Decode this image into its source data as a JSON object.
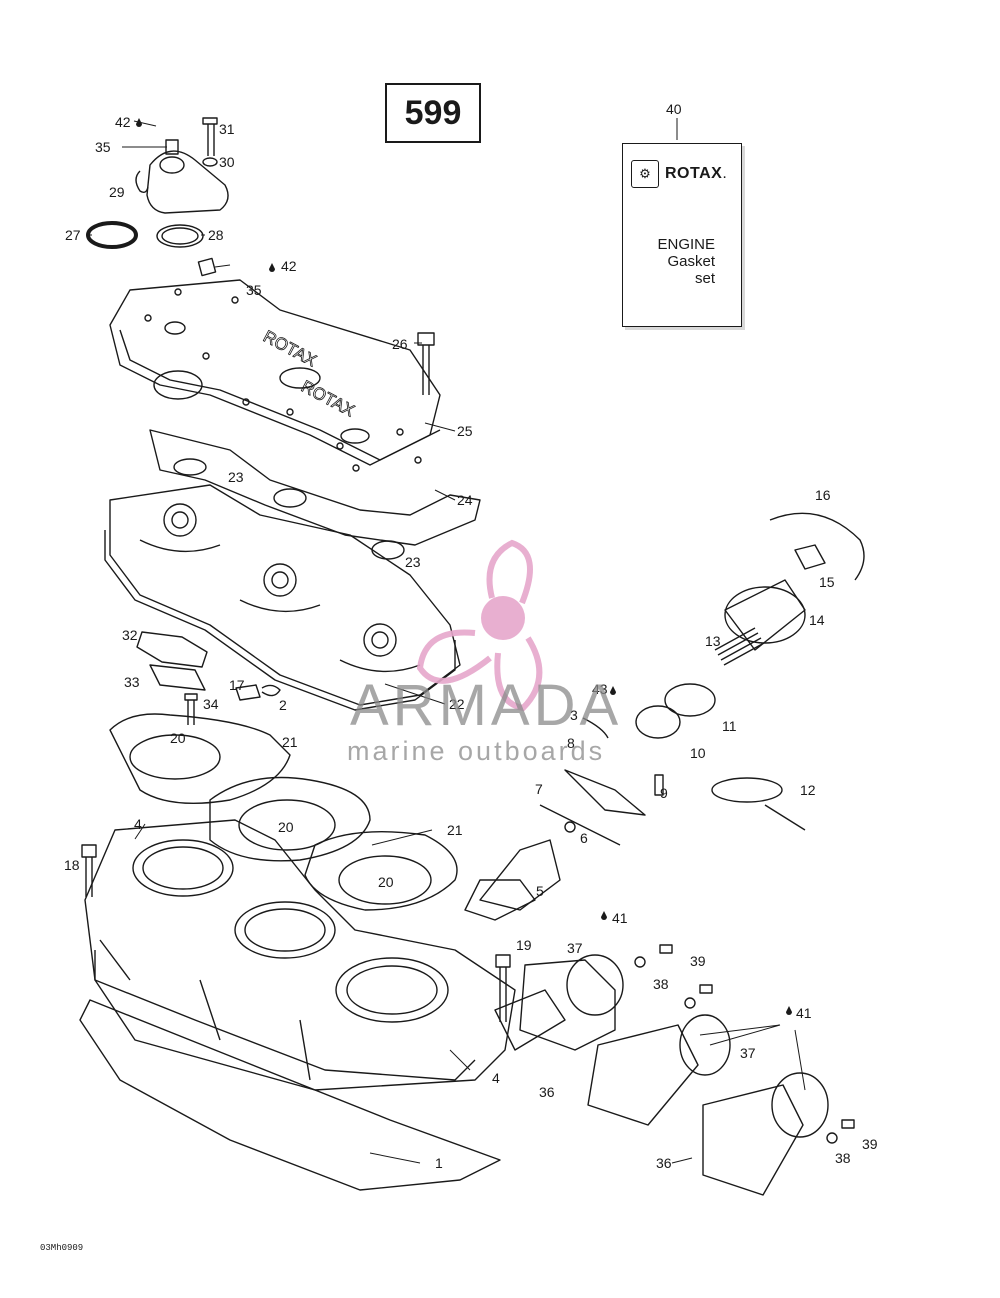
{
  "diagram_number": "599",
  "gasket_set": {
    "part_label": "40",
    "brand": "ROTAX",
    "brand_mark": ".",
    "line1": "ENGINE",
    "line2": "Gasket",
    "line3": "set"
  },
  "watermark": {
    "name": "ARMADA",
    "tagline": "marine outboards",
    "propeller_color": "#e6a7cb"
  },
  "footer_code": "03Mh0909",
  "part_labels": [
    {
      "id": "42a",
      "text": "42"
    },
    {
      "id": "31",
      "text": "31"
    },
    {
      "id": "35a",
      "text": "35"
    },
    {
      "id": "30",
      "text": "30"
    },
    {
      "id": "29",
      "text": "29"
    },
    {
      "id": "27",
      "text": "27"
    },
    {
      "id": "28",
      "text": "28"
    },
    {
      "id": "42b",
      "text": "42"
    },
    {
      "id": "35b",
      "text": "35"
    },
    {
      "id": "26",
      "text": "26"
    },
    {
      "id": "25",
      "text": "25"
    },
    {
      "id": "23a",
      "text": "23"
    },
    {
      "id": "24",
      "text": "24"
    },
    {
      "id": "23b",
      "text": "23"
    },
    {
      "id": "16",
      "text": "16"
    },
    {
      "id": "15",
      "text": "15"
    },
    {
      "id": "14",
      "text": "14"
    },
    {
      "id": "13",
      "text": "13"
    },
    {
      "id": "32",
      "text": "32"
    },
    {
      "id": "33",
      "text": "33"
    },
    {
      "id": "17",
      "text": "17"
    },
    {
      "id": "2",
      "text": "2"
    },
    {
      "id": "34",
      "text": "34"
    },
    {
      "id": "22",
      "text": "22"
    },
    {
      "id": "43",
      "text": "43"
    },
    {
      "id": "3",
      "text": "3"
    },
    {
      "id": "11",
      "text": "11"
    },
    {
      "id": "20a",
      "text": "20"
    },
    {
      "id": "21a",
      "text": "21"
    },
    {
      "id": "8",
      "text": "8"
    },
    {
      "id": "10",
      "text": "10"
    },
    {
      "id": "9",
      "text": "9"
    },
    {
      "id": "12",
      "text": "12"
    },
    {
      "id": "7",
      "text": "7"
    },
    {
      "id": "20b",
      "text": "20"
    },
    {
      "id": "4a",
      "text": "4"
    },
    {
      "id": "21b",
      "text": "21"
    },
    {
      "id": "6",
      "text": "6"
    },
    {
      "id": "18",
      "text": "18"
    },
    {
      "id": "20c",
      "text": "20"
    },
    {
      "id": "5",
      "text": "5"
    },
    {
      "id": "41a",
      "text": "41"
    },
    {
      "id": "37a",
      "text": "37"
    },
    {
      "id": "19",
      "text": "19"
    },
    {
      "id": "39a",
      "text": "39"
    },
    {
      "id": "38a",
      "text": "38"
    },
    {
      "id": "41b",
      "text": "41"
    },
    {
      "id": "37b",
      "text": "37"
    },
    {
      "id": "4b",
      "text": "4"
    },
    {
      "id": "36a",
      "text": "36"
    },
    {
      "id": "39b",
      "text": "39"
    },
    {
      "id": "38b",
      "text": "38"
    },
    {
      "id": "36b",
      "text": "36"
    },
    {
      "id": "1",
      "text": "1"
    }
  ]
}
